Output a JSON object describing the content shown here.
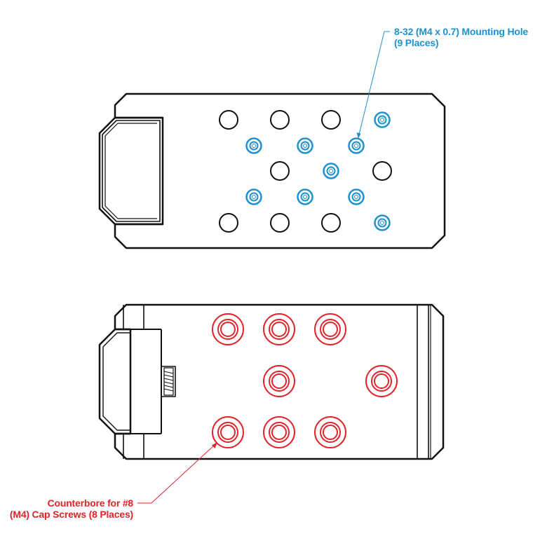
{
  "colors": {
    "outline": "#111111",
    "mounting_hole": "#1e90d0",
    "counterbore": "#e0242a"
  },
  "top_view": {
    "callout_line1": "8-32 (M4 x 0.7) Mounting Hole",
    "callout_line2": "(9 Places)",
    "plain_hole_count": 8,
    "mounting_hole_count": 9
  },
  "bottom_view": {
    "callout_line1": "Counterbore for #8",
    "callout_line2": "(M4) Cap Screws (8 Places)",
    "counterbore_count": 8
  }
}
